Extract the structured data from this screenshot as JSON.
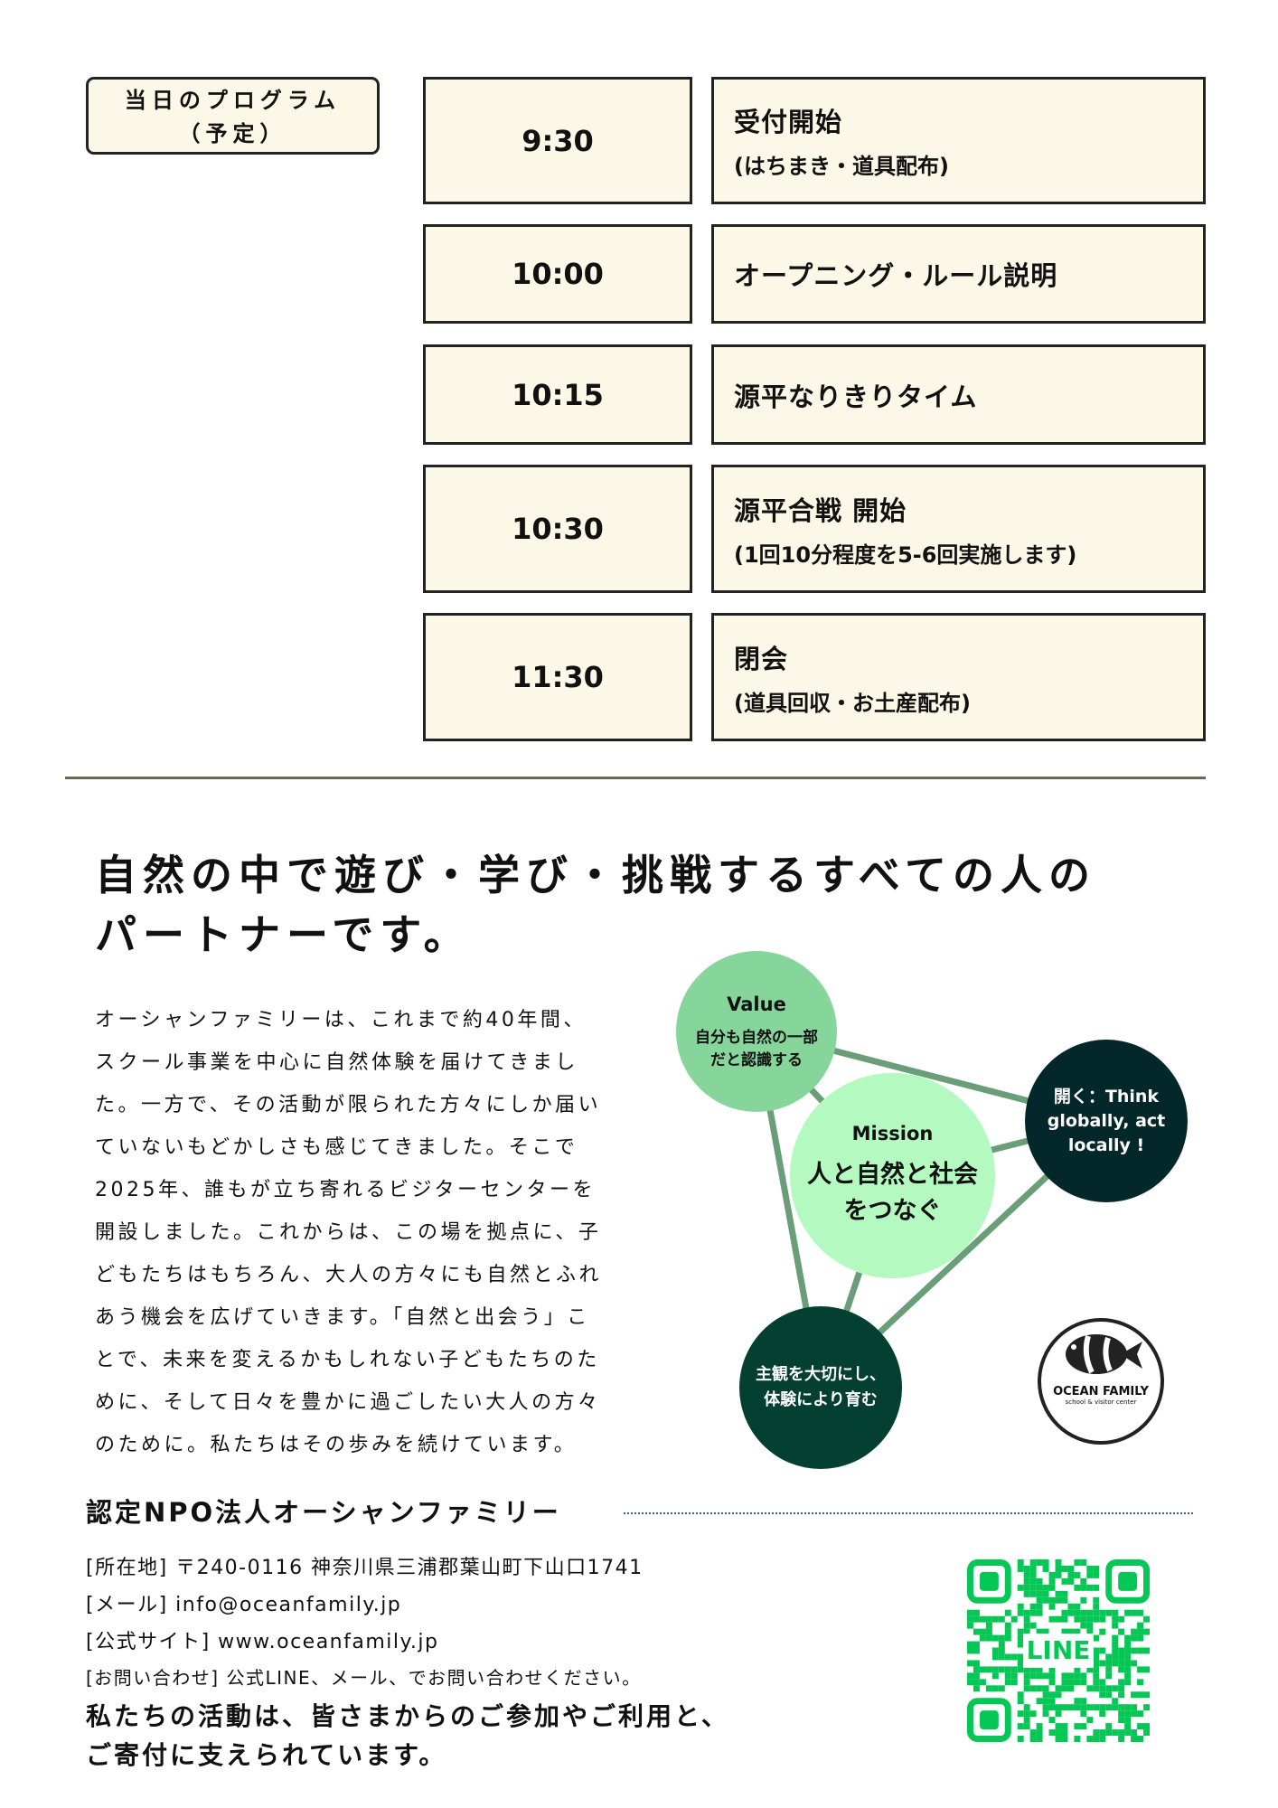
{
  "program": {
    "label_line1": "当日のプログラム",
    "label_line2": "（予定）",
    "rows": [
      {
        "time": "9:30",
        "title": "受付開始",
        "sub": "(はちまき・道具配布)"
      },
      {
        "time": "10:00",
        "title": "オープニング・ルール説明",
        "sub": ""
      },
      {
        "time": "10:15",
        "title": "源平なりきりタイム",
        "sub": ""
      },
      {
        "time": "10:30",
        "title": "源平合戦 開始",
        "sub": "(1回10分程度を5-6回実施します)"
      },
      {
        "time": "11:30",
        "title": "閉会",
        "sub": "(道具回収・お土産配布)"
      }
    ]
  },
  "headline": {
    "line1": "自然の中で遊び・学び・挑戦するすべての人の",
    "line2": "パートナーです。"
  },
  "body": [
    "オーシャンファミリーは、これまで約40年間、",
    "スクール事業を中心に自然体験を届けてきまし",
    "た。一方で、その活動が限られた方々にしか届い",
    "ていないもどかしさも感じてきました。そこで",
    "2025年、誰もが立ち寄れるビジターセンターを",
    "開設しました。これからは、この場を拠点に、子",
    "どもたちはもちろん、大人の方々にも自然とふれ",
    "あう機会を広げていきます。「自然と出会う」こ",
    "とで、未来を変えるかもしれない子どもたちのた",
    "めに、そして日々を豊かに過ごしたい大人の方々",
    "のために。私たちはその歩みを続けています。"
  ],
  "diagram": {
    "value": {
      "title": "Value",
      "line1": "自分も自然の一部",
      "line2": "だと認識する"
    },
    "mission": {
      "title": "Mission",
      "line1": "人と自然と社会",
      "line2": "をつなぐ"
    },
    "open": {
      "line1": "開く：Think",
      "line2": "globally, act",
      "line3": "locally !"
    },
    "subjective": {
      "line1": "主観を大切にし、",
      "line2": "体験により育む"
    },
    "colors": {
      "value": "#86d69c",
      "mission": "#b3f9c0",
      "dark1": "#04272a",
      "dark2": "#034031",
      "line": "#6a9e78"
    }
  },
  "logo": {
    "name": "OCEAN FAMILY",
    "tagline": "school & visitor center"
  },
  "org": {
    "name": "認定NPO法人オーシャンファミリー",
    "address": "[所在地] 〒240-0116 神奈川県三浦郡葉山町下山口1741",
    "mail": "[メール] info@oceanfamily.jp",
    "site": "[公式サイト] www.oceanfamily.jp",
    "contact": "[お問い合わせ] 公式LINE、メール、でお問い合わせください。",
    "closing1": "私たちの活動は、皆さまからのご参加やご利用と、",
    "closing2": "ご寄付に支えられています。"
  },
  "qr": {
    "label": "LINE",
    "color": "#06c755"
  }
}
